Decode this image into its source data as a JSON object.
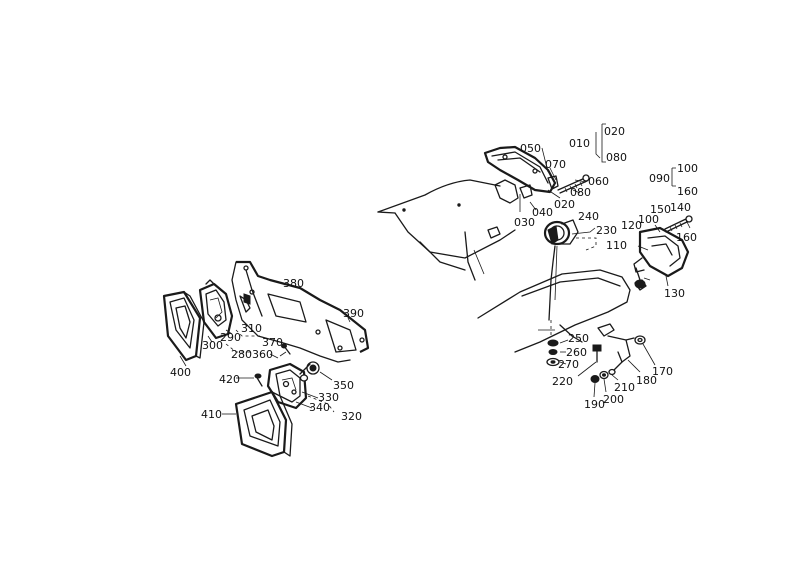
{
  "callouts": {
    "c010": "010",
    "c020a": "020",
    "c080a": "080",
    "c050": "050",
    "c070": "070",
    "c060": "060",
    "c080b": "080",
    "c020b": "020",
    "c040": "040",
    "c030": "030",
    "c240": "240",
    "c230": "230",
    "c090": "090",
    "c100a": "100",
    "c160a": "160",
    "c150": "150",
    "c140": "140",
    "c120": "120",
    "c100b": "100",
    "c160b": "160",
    "c110": "110",
    "c130": "130",
    "c250": "250",
    "c260": "260",
    "c270": "270",
    "c220": "220",
    "c170": "170",
    "c180": "180",
    "c210": "210",
    "c190": "190",
    "c200": "200",
    "c380": "380",
    "c390": "390",
    "c310": "310",
    "c290": "290",
    "c300": "300",
    "c280": "280",
    "c370": "370",
    "c360": "360",
    "c400": "400",
    "c420": "420",
    "c350": "350",
    "c330": "330",
    "c340": "340",
    "c320": "320",
    "c410": "410"
  }
}
